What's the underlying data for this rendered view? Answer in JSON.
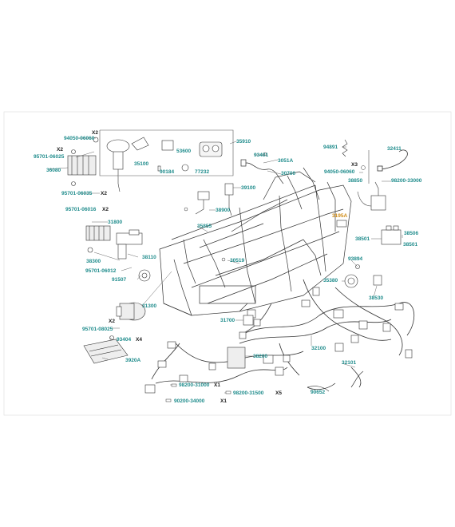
{
  "diagram": {
    "colors": {
      "label": "#1f8c8c",
      "highlight": "#d08b14",
      "line": "#333333",
      "frame_border": "#cccccc"
    },
    "labels": [
      {
        "id": "l-94050-06060-a",
        "text": "94050-06060"
      },
      {
        "id": "l-95701-06025-a",
        "text": "95701-06025"
      },
      {
        "id": "l-36080",
        "text": "36080"
      },
      {
        "id": "l-95701-06035",
        "text": "95701-06035"
      },
      {
        "id": "l-35100",
        "text": "35100"
      },
      {
        "id": "l-53600",
        "text": "53600"
      },
      {
        "id": "l-90184",
        "text": "90184"
      },
      {
        "id": "l-77232",
        "text": "77232"
      },
      {
        "id": "l-35910",
        "text": "35910"
      },
      {
        "id": "l-93401",
        "text": "93401"
      },
      {
        "id": "l-3051a",
        "text": "3051A"
      },
      {
        "id": "l-30700",
        "text": "30700"
      },
      {
        "id": "l-94891",
        "text": "94891"
      },
      {
        "id": "l-32411",
        "text": "32411"
      },
      {
        "id": "l-94050-06060-b",
        "text": "94050-06060"
      },
      {
        "id": "l-38850",
        "text": "38850"
      },
      {
        "id": "l-98200-33000",
        "text": "98200-33000"
      },
      {
        "id": "l-39100",
        "text": "39100"
      },
      {
        "id": "l-38900",
        "text": "38900"
      },
      {
        "id": "l-95701-06016",
        "text": "95701-06016"
      },
      {
        "id": "l-31800",
        "text": "31800"
      },
      {
        "id": "l-35855",
        "text": "35855"
      },
      {
        "id": "l-3195a",
        "text": "3195A",
        "highlight": true
      },
      {
        "id": "l-38501-a",
        "text": "38501"
      },
      {
        "id": "l-38506",
        "text": "38506"
      },
      {
        "id": "l-38501-b",
        "text": "38501"
      },
      {
        "id": "l-38300",
        "text": "38300"
      },
      {
        "id": "l-38110",
        "text": "38110"
      },
      {
        "id": "l-30519",
        "text": "30519"
      },
      {
        "id": "l-93894",
        "text": "93894"
      },
      {
        "id": "l-95701-06012",
        "text": "95701-06012"
      },
      {
        "id": "l-91507",
        "text": "91507"
      },
      {
        "id": "l-35380",
        "text": "35380"
      },
      {
        "id": "l-38530",
        "text": "38530"
      },
      {
        "id": "l-31300",
        "text": "31300"
      },
      {
        "id": "l-95701-08025",
        "text": "95701-08025"
      },
      {
        "id": "l-93404",
        "text": "93404"
      },
      {
        "id": "l-31700",
        "text": "31700"
      },
      {
        "id": "l-3920a",
        "text": "3920A"
      },
      {
        "id": "l-32100",
        "text": "32100"
      },
      {
        "id": "l-38200",
        "text": "38200"
      },
      {
        "id": "l-32101",
        "text": "32101"
      },
      {
        "id": "l-98200-31000",
        "text": "98200-31000"
      },
      {
        "id": "l-98200-31500",
        "text": "98200-31500"
      },
      {
        "id": "l-90652",
        "text": "90652"
      },
      {
        "id": "l-90200-34000",
        "text": "90200-34000"
      }
    ],
    "multipliers": [
      {
        "id": "m-x2-a",
        "text": "X2"
      },
      {
        "id": "m-x2-b",
        "text": "X2"
      },
      {
        "id": "m-x2-c",
        "text": "X2"
      },
      {
        "id": "m-x3",
        "text": "X3"
      },
      {
        "id": "m-x2-d",
        "text": "X2"
      },
      {
        "id": "m-x2-e",
        "text": "X2"
      },
      {
        "id": "m-x4",
        "text": "X4"
      },
      {
        "id": "m-x1-a",
        "text": "X1"
      },
      {
        "id": "m-x5",
        "text": "X5"
      },
      {
        "id": "m-x1-b",
        "text": "X1"
      }
    ]
  }
}
